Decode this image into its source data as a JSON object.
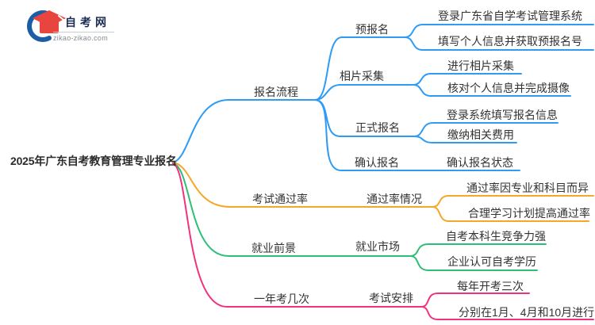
{
  "logo": {
    "title": "自考网",
    "domain": "zikao-zikao.com",
    "brand_red": "#E8453E",
    "brand_blue": "#1D5DA6"
  },
  "root": {
    "label": "2025年广东自考教育管理专业报名"
  },
  "branches": [
    {
      "label": "报名流程",
      "color": "#2E9BF5",
      "children": [
        {
          "label": "预报名",
          "leaves": [
            "登录广东省自学考试管理系统",
            "填写个人信息并获取预报名号"
          ]
        },
        {
          "label": "相片采集",
          "leaves": [
            "进行相片采集",
            "核对个人信息并完成摄像"
          ]
        },
        {
          "label": "正式报名",
          "leaves": [
            "登录系统填写报名信息",
            "缴纳相关费用"
          ]
        },
        {
          "label": "确认报名",
          "leaves": [
            "确认报名状态"
          ]
        }
      ]
    },
    {
      "label": "考试通过率",
      "color": "#F5A728",
      "children": [
        {
          "label": "通过率情况",
          "leaves": [
            "通过率因专业和科目而异",
            "合理学习计划提高通过率"
          ]
        }
      ]
    },
    {
      "label": "就业前景",
      "color": "#2FBE77",
      "children": [
        {
          "label": "就业市场",
          "leaves": [
            "自考本科生竞争力强",
            "企业认可自考学历"
          ]
        }
      ]
    },
    {
      "label": "一年考几次",
      "color": "#F0337F",
      "children": [
        {
          "label": "考试安排",
          "leaves": [
            "每年开考三次",
            "分别在1月、4月和10月进行"
          ]
        }
      ]
    }
  ]
}
